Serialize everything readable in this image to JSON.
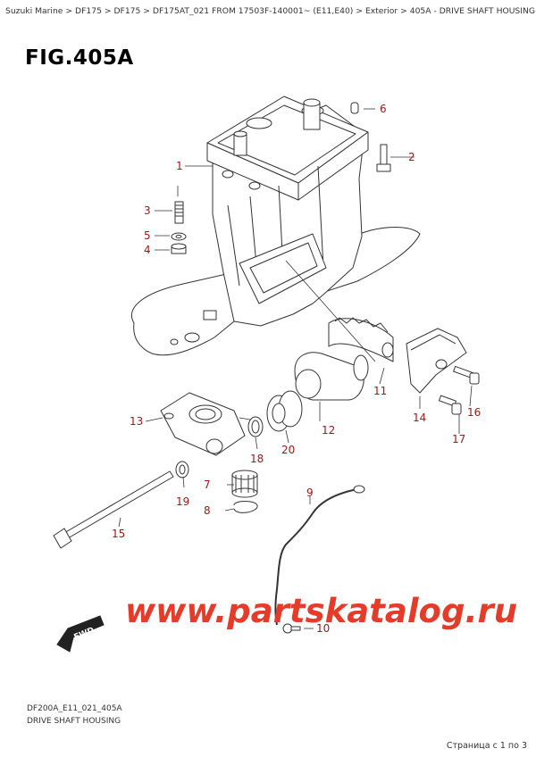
{
  "breadcrumb": {
    "items": [
      "Suzuki Marine",
      "DF175",
      "DF175",
      "DF175AT_021 FROM 17503F-140001~ (E11,E40)",
      "Exterior",
      "405A - DRIVE SHAFT HOUSING"
    ],
    "separator": ">"
  },
  "figure": {
    "title": "FIG.405A",
    "code": "DF200A_E11_021_405A",
    "caption": "DRIVE SHAFT HOUSING"
  },
  "callouts": [
    "1",
    "2",
    "3",
    "4",
    "5",
    "6",
    "7",
    "8",
    "9",
    "10",
    "11",
    "13",
    "14",
    "15",
    "16",
    "17",
    "18",
    "19",
    "20",
    "12"
  ],
  "watermark": "www.partskatalog.ru",
  "direction_badge": "FWD",
  "pagination": "Страница с 1 по 3",
  "colors": {
    "callout": "#a01818",
    "watermark": "#e53c2a",
    "line": "#333333"
  }
}
